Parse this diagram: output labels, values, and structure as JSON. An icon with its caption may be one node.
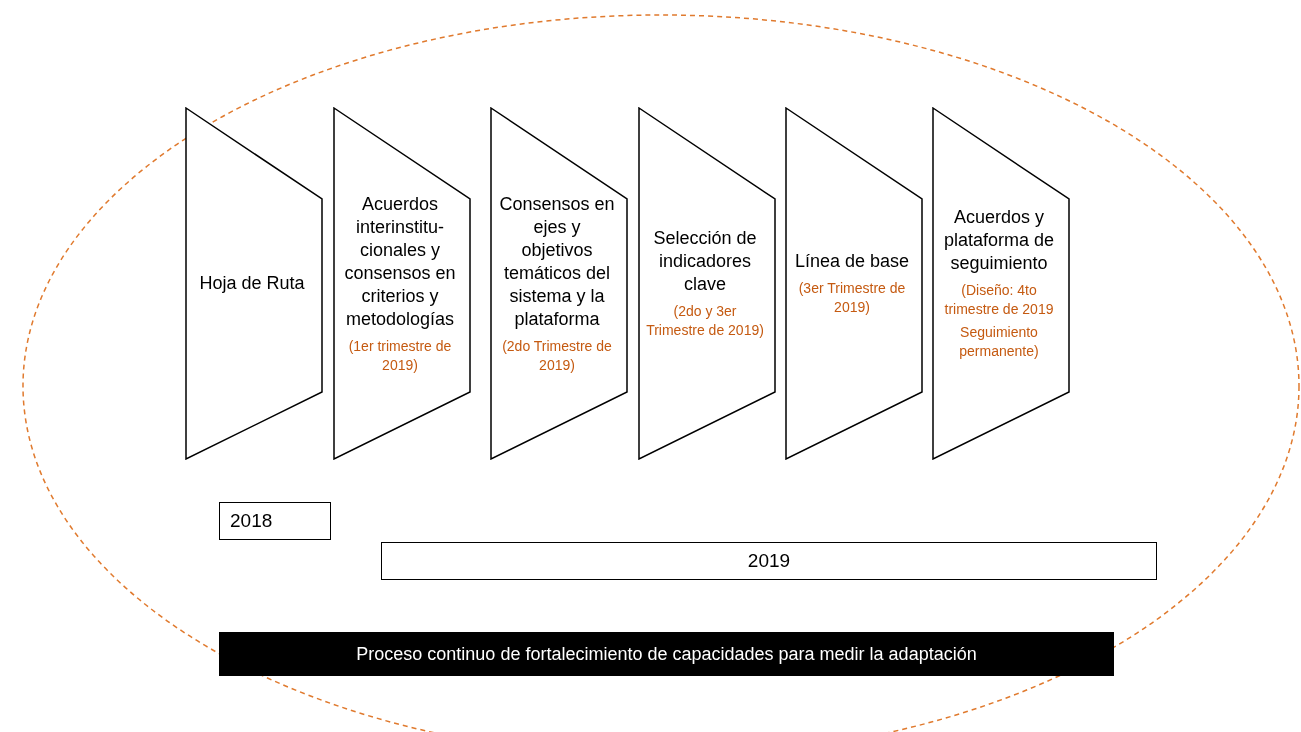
{
  "diagram": {
    "nodes": [
      {
        "text": [
          "Hoja de Ruta"
        ]
      },
      {
        "text": [
          "Acuerdos interinstitu- cionales y consensos en criterios y metodologías",
          "(1er trimestre de 2019)"
        ]
      },
      {
        "text": [
          "Consensos en ejes y objetivos temáticos del sistema y la plataforma",
          "(2do Trimestre de 2019)"
        ]
      },
      {
        "text": [
          "Selección de indicadores clave",
          "(2do y 3er Trimestre de 2019)"
        ]
      },
      {
        "text": [
          "Línea de base",
          "(3er Trimestre de 2019)"
        ]
      },
      {
        "text": [
          "Acuerdos y plataforma de seguimiento",
          "(Diseño: 4to trimestre de 2019",
          "Seguimiento permanente)"
        ]
      },
      {
        "text": [
          "2018"
        ]
      },
      {
        "text": [
          "2019"
        ]
      },
      {
        "text": [
          "Proceso continuo de fortalecimiento de capacidades para medir la adaptación"
        ]
      }
    ],
    "edges": []
  }
}
